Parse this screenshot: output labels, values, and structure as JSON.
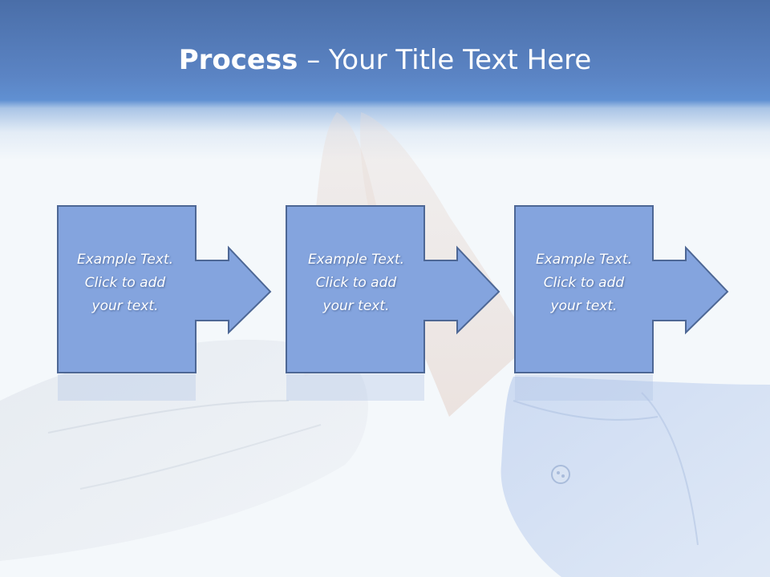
{
  "title": {
    "bold": "Process",
    "rest": " – Your Title Text Here"
  },
  "steps": [
    {
      "lines": [
        "Example Text.",
        "Click  to add",
        "your text."
      ]
    },
    {
      "lines": [
        "Example Text.",
        "Click  to add",
        "your text."
      ]
    },
    {
      "lines": [
        "Example Text.",
        "Click  to add",
        "your text."
      ]
    }
  ],
  "colors": {
    "title_band": "#5b84c4",
    "box_fill": "#84a4de",
    "box_border": "#4d6795",
    "background": "#f4f8fb"
  }
}
